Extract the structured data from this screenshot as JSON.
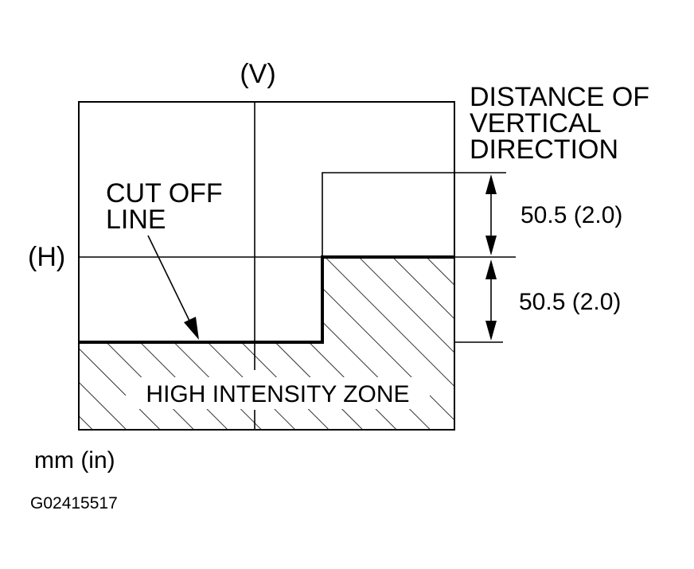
{
  "labels": {
    "vertical_axis": "(V)",
    "horizontal_axis": "(H)",
    "distance_title_line1": "DISTANCE OF",
    "distance_title_line2": "VERTICAL",
    "distance_title_line3": "DIRECTION",
    "cutoff_line1": "CUT OFF",
    "cutoff_line2": "LINE",
    "upper_dimension": "50.5 (2.0)",
    "lower_dimension": "50.5 (2.0)",
    "high_intensity_zone": "HIGH INTENSITY ZONE",
    "units": "mm (in)",
    "figure_id": "G02415517"
  },
  "colors": {
    "ink": "#000000",
    "background": "#ffffff"
  }
}
